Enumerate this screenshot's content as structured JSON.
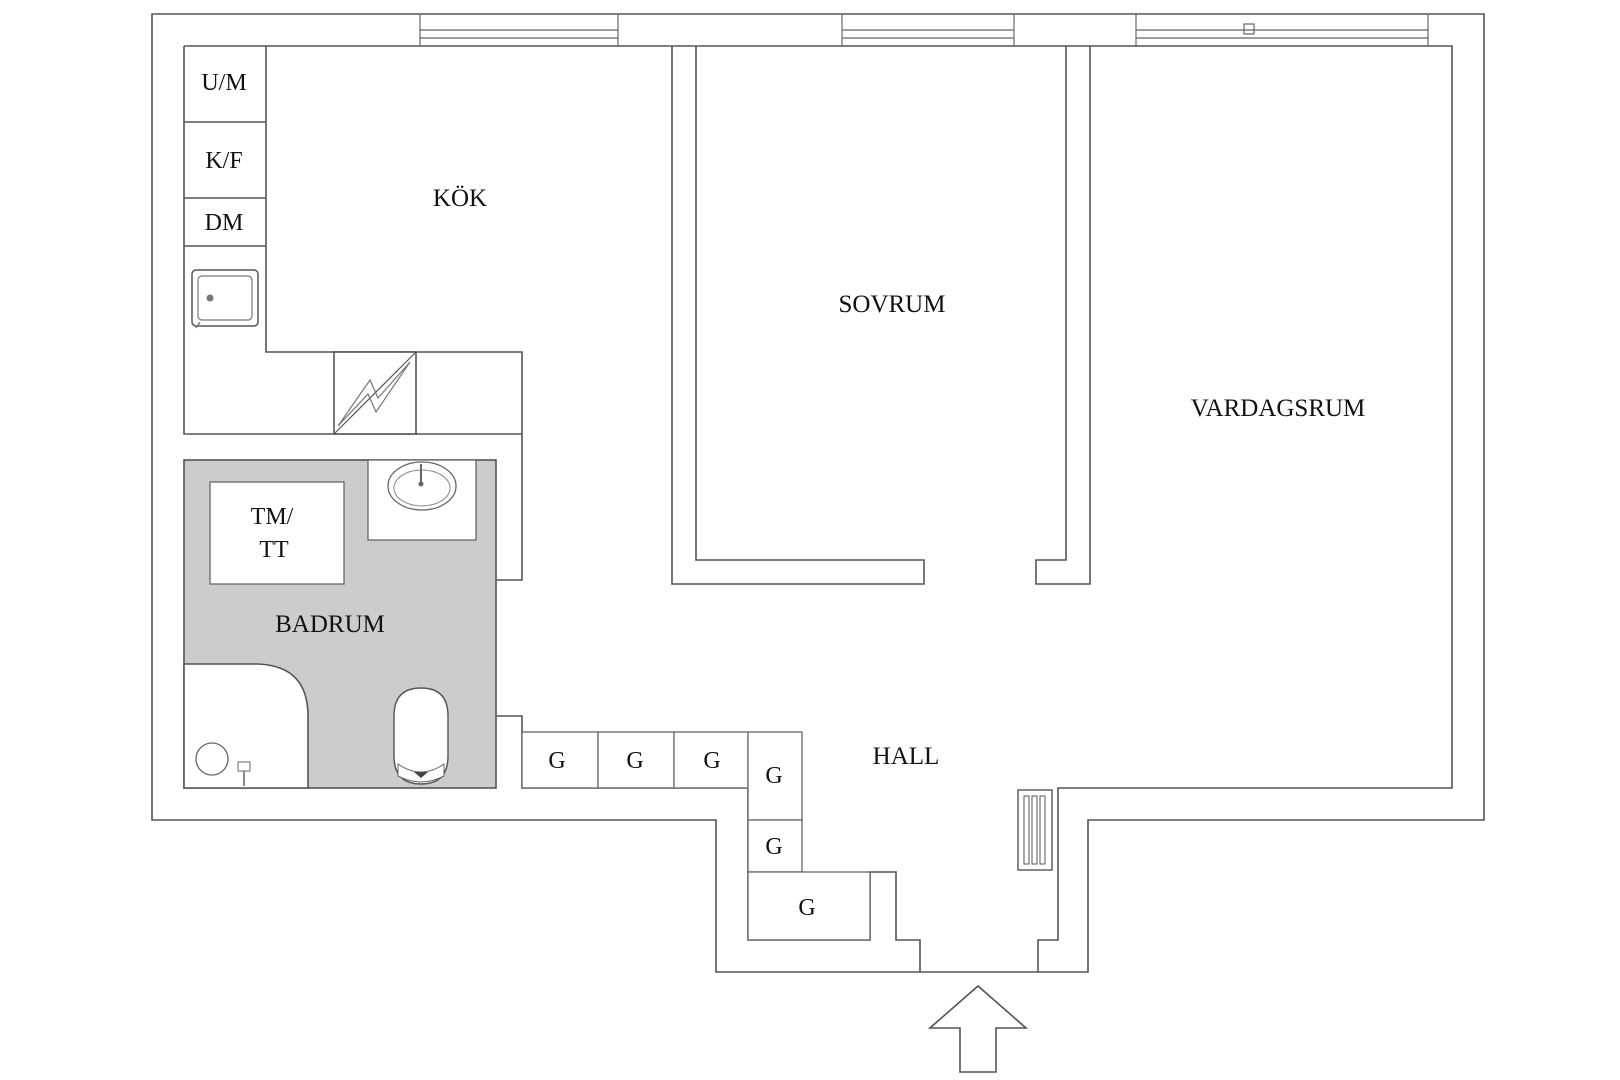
{
  "rooms": {
    "kitchen": "KÖK",
    "bedroom": "SOVRUM",
    "living_room": "VARDAGSRUM",
    "bathroom": "BADRUM",
    "hall": "HALL"
  },
  "appliances": {
    "oven_microwave": "U/M",
    "fridge_freezer": "K/F",
    "dishwasher": "DM",
    "washer_dryer_line1": "TM/",
    "washer_dryer_line2": "TT"
  },
  "wardrobes": [
    "G",
    "G",
    "G",
    "G",
    "G",
    "G"
  ],
  "colors": {
    "bathroom_fill": "#cccccc",
    "wall_stroke": "#555555",
    "background": "#ffffff"
  }
}
